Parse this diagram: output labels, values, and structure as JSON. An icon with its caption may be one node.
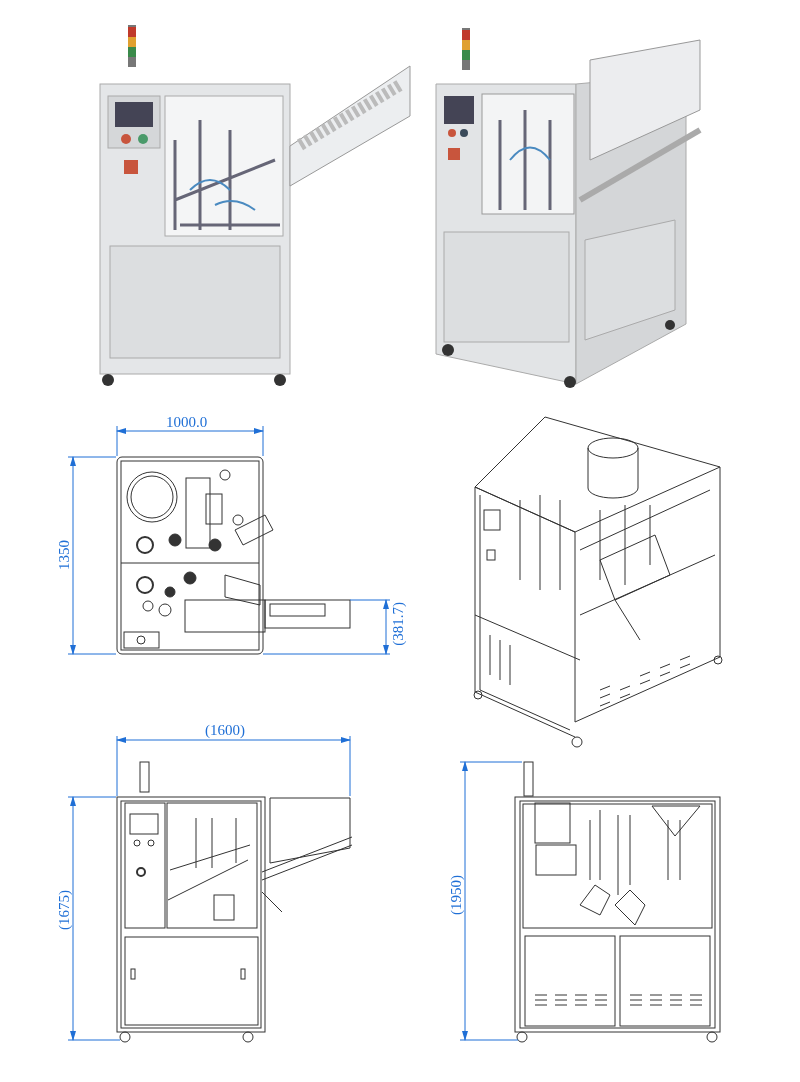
{
  "diagram": {
    "labels": [
      "1000.0",
      "1350",
      "(381.7)",
      "(1600)",
      "(1675)",
      "(1950)"
    ]
  }
}
